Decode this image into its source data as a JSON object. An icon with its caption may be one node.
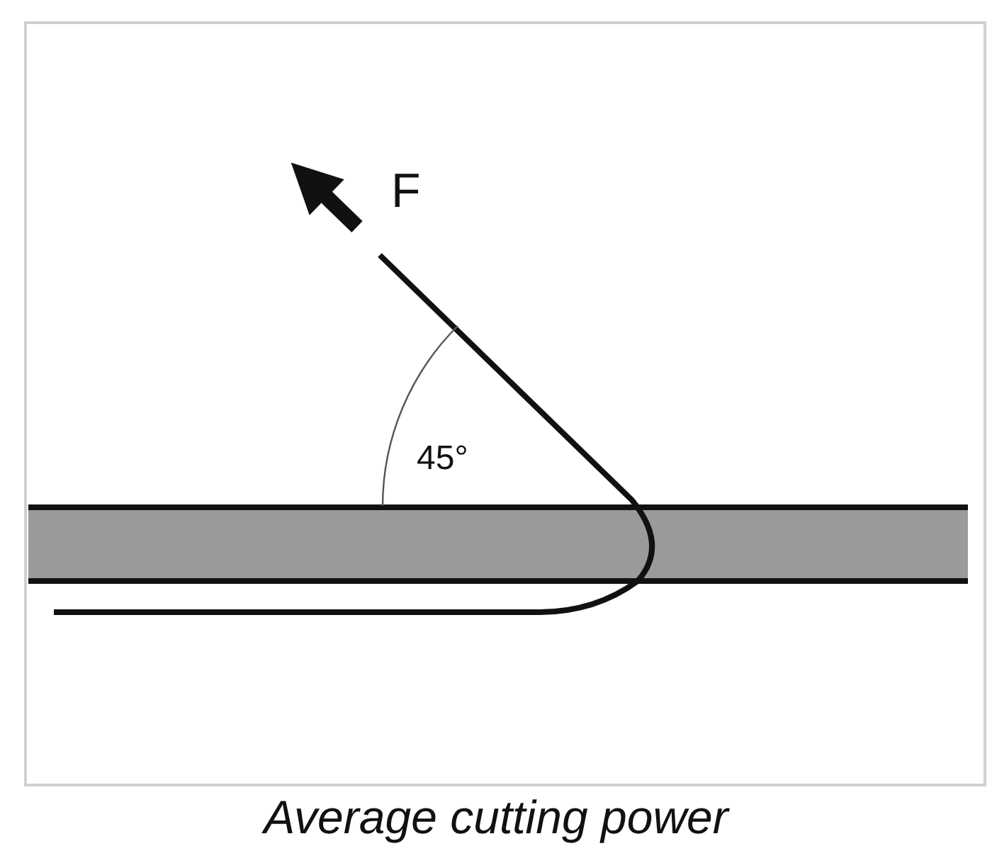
{
  "diagram": {
    "caption": "Average cutting power",
    "labels": [
      "F",
      "45°"
    ]
  }
}
